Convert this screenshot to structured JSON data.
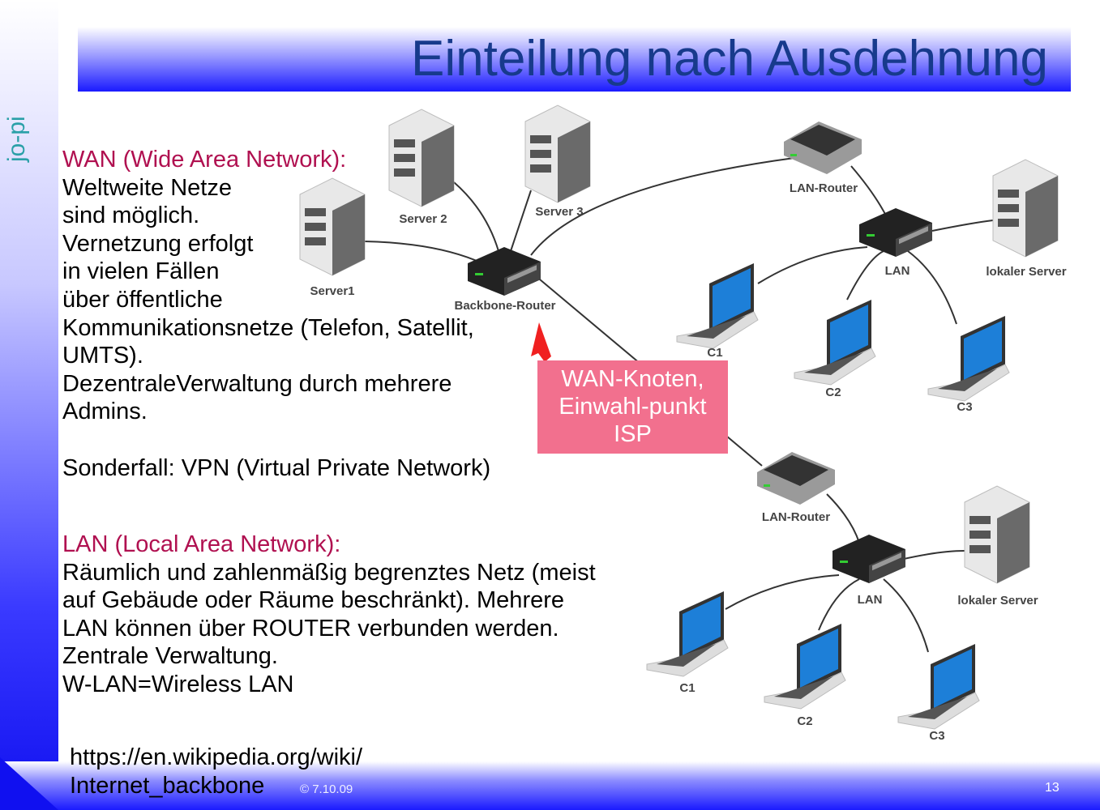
{
  "brand": "jo-pi",
  "title": "Einteilung nach Ausdehnung",
  "wan": {
    "heading": "WAN (Wide Area Network):",
    "lines": [
      "Weltweite Netze",
      "sind möglich.",
      "Vernetzung erfolgt",
      "in vielen Fällen",
      "über öffentliche",
      "Kommunikationsnetze (Telefon, Satellit,",
      "UMTS).",
      "DezentraleVerwaltung durch mehrere",
      "Admins."
    ],
    "special": "Sonderfall: VPN (Virtual Private Network)"
  },
  "lan": {
    "heading": "LAN (Local Area Network):",
    "lines": [
      "Räumlich und zahlenmäßig begrenztes Netz (meist",
      "auf Gebäude oder Räume beschränkt). Mehrere",
      "LAN können über ROUTER verbunden werden.",
      "Zentrale Verwaltung.",
      "W-LAN=Wireless LAN"
    ]
  },
  "callout": {
    "lines": [
      "WAN-Knoten,",
      "Einwahl-punkt",
      "ISP"
    ],
    "color": "#f2708e"
  },
  "url": [
    "https://en.wikipedia.org/wiki/",
    "Internet_backbone"
  ],
  "footer": {
    "copyright": "© 7.10.09",
    "page": "13"
  },
  "diagram": {
    "server1": "Server1",
    "server2": "Server 2",
    "server3": "Server 3",
    "backbone": "Backbone-Router",
    "top": {
      "router": "LAN-Router",
      "switch": "LAN",
      "server": "lokaler Server",
      "c1": "C1",
      "c2": "C2",
      "c3": "C3"
    },
    "bottom": {
      "router": "LAN-Router",
      "switch": "LAN",
      "server": "lokaler Server",
      "c1": "C1",
      "c2": "C2",
      "c3": "C3"
    }
  },
  "colors": {
    "heading": "#b01050",
    "title": "#173a8c",
    "bar": "#1a1aff"
  }
}
